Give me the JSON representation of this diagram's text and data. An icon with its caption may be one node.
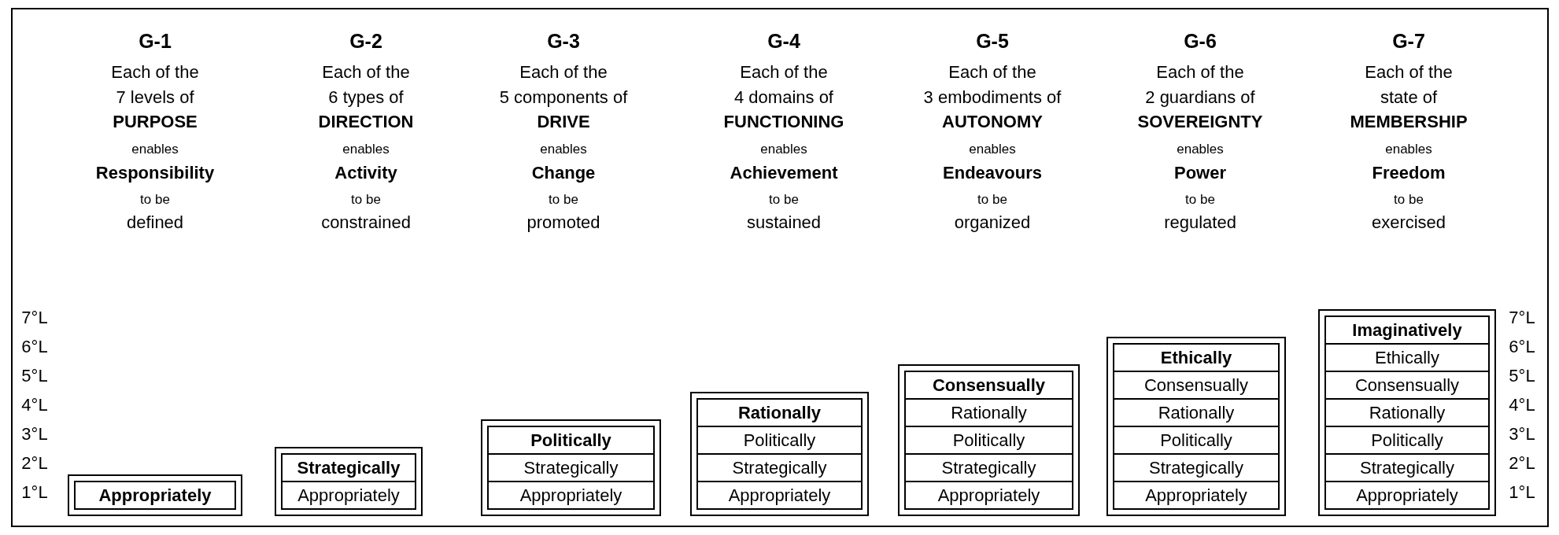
{
  "diagram": {
    "nodes": [
      {
        "text": [],
        "shape": "box"
      },
      {
        "text": [
          "Appropriately"
        ],
        "in": 0
      },
      {
        "text": [],
        "shape": "box"
      },
      {
        "text": [
          "Strategically"
        ],
        "in": 2
      },
      {
        "text": [
          "Appropriately"
        ],
        "in": 2
      },
      {
        "text": [],
        "shape": "box"
      },
      {
        "text": [
          "Politically"
        ],
        "in": 5
      },
      {
        "text": [
          "Strategically"
        ],
        "in": 5
      },
      {
        "text": [
          "Appropriately"
        ],
        "in": 5
      },
      {
        "text": [],
        "shape": "box"
      },
      {
        "text": [
          "Rationally"
        ],
        "in": 9
      },
      {
        "text": [
          "Politically"
        ],
        "in": 9
      },
      {
        "text": [
          "Strategically"
        ],
        "in": 9
      },
      {
        "text": [
          "Appropriately"
        ],
        "in": 9
      },
      {
        "text": [],
        "shape": "box"
      },
      {
        "text": [
          "Consensually"
        ],
        "in": 14
      },
      {
        "text": [
          "Rationally"
        ],
        "in": 14
      },
      {
        "text": [
          "Politically"
        ],
        "in": 14
      },
      {
        "text": [
          "Strategically"
        ],
        "in": 14
      },
      {
        "text": [
          "Appropriately"
        ],
        "in": 14
      },
      {
        "text": [],
        "shape": "box"
      },
      {
        "text": [
          "Ethically"
        ],
        "in": 20
      },
      {
        "text": [
          "Consensually"
        ],
        "in": 20
      },
      {
        "text": [
          "Rationally"
        ],
        "in": 20
      },
      {
        "text": [
          "Politically"
        ],
        "in": 20
      },
      {
        "text": [
          "Strategically"
        ],
        "in": 20
      },
      {
        "text": [
          "Appropriately"
        ],
        "in": 20
      },
      {
        "text": [],
        "shape": "box"
      },
      {
        "text": [
          "Imaginatively"
        ],
        "in": 27
      },
      {
        "text": [
          "Ethically"
        ],
        "in": 27
      },
      {
        "text": [
          "Consensually"
        ],
        "in": 27
      },
      {
        "text": [
          "Rationally"
        ],
        "in": 27
      },
      {
        "text": [
          "Politically"
        ],
        "in": 27
      },
      {
        "text": [
          "Strategically"
        ],
        "in": 27
      },
      {
        "text": [
          "Appropriately"
        ],
        "in": 27
      }
    ],
    "labels": [
      "G-1",
      "Each of the",
      "7 levels of",
      "PURPOSE",
      "enables",
      "Responsibility",
      "to be",
      "defined",
      "G-2",
      "Each of the",
      "6 types of",
      "DIRECTION",
      "enables",
      "Activity",
      "to be",
      "constrained",
      "G-3",
      "Each of the",
      "5 components of",
      "DRIVE",
      "enables",
      "Change",
      "to be",
      "promoted",
      "G-4",
      "Each of the",
      "4 domains of",
      "FUNCTIONING",
      "enables",
      "Achievement",
      "to be",
      "sustained",
      "G-5",
      "Each of the",
      "3 embodiments of",
      "AUTONOMY",
      "enables",
      "Endeavours",
      "to be",
      "organized",
      "G-6",
      "Each of the",
      "2 guardians of",
      "SOVEREIGNTY",
      "enables",
      "Power",
      "to be",
      "regulated",
      "G-7",
      "Each of the",
      "state of",
      "MEMBERSHIP",
      "enables",
      "Freedom",
      "to be",
      "exercised",
      "7°L",
      "6°L",
      "5°L",
      "4°L",
      "3°L",
      "2°L",
      "1°L",
      "7°L",
      "6°L",
      "5°L",
      "4°L",
      "3°L",
      "2°L",
      "1°L"
    ]
  }
}
